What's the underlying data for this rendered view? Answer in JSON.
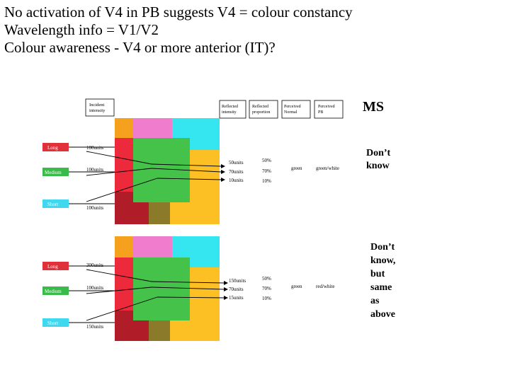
{
  "title_lines": [
    "No activation of V4 in PB suggests V4 = colour constancy",
    "Wavelength info = V1/V2",
    "Colour awareness - V4 or more anterior (IT)?"
  ],
  "headers": {
    "incident": "Incident intensity",
    "reflected_intensity": "Reflected intensity",
    "reflected_proportion": "Reflected proportion",
    "perceived_normal": "Perceived Normal",
    "perceived_pb": "Perceived PB"
  },
  "patient": "MS",
  "panel1": {
    "lights": [
      "Long",
      "Medium",
      "Short"
    ],
    "incident": [
      "100units",
      "100units",
      "100units"
    ],
    "reflected": [
      "50units",
      "70units",
      "10units"
    ],
    "proportion": [
      "50%",
      "70%",
      "10%"
    ],
    "perceived_normal": "green",
    "perceived_pb": "green/white",
    "note_lines": [
      "Don’t",
      "know"
    ]
  },
  "panel2": {
    "lights": [
      "Long",
      "Medium",
      "Short"
    ],
    "incident": [
      "300units",
      "100units",
      "150units"
    ],
    "reflected": [
      "150units",
      "70units",
      "15units"
    ],
    "proportion": [
      "50%",
      "70%",
      "10%"
    ],
    "perceived_normal": "green",
    "perceived_pb": "red/white",
    "note_lines": [
      "Don’t",
      "know,",
      "but",
      "same",
      "as",
      "above"
    ]
  },
  "colors": {
    "long": "#e0303a",
    "medium": "#3aba48",
    "short": "#3fd8ee",
    "mondrian_red": "#ec2a3c",
    "mondrian_pink": "#f07ccd",
    "mondrian_orange": "#f5a11e",
    "mondrian_cyan": "#35e5f0",
    "mondrian_yellow": "#fcbf24",
    "mondrian_green": "#45c24a",
    "mondrian_darkred": "#b01c28",
    "mondrian_olive": "#8a7a2a"
  }
}
